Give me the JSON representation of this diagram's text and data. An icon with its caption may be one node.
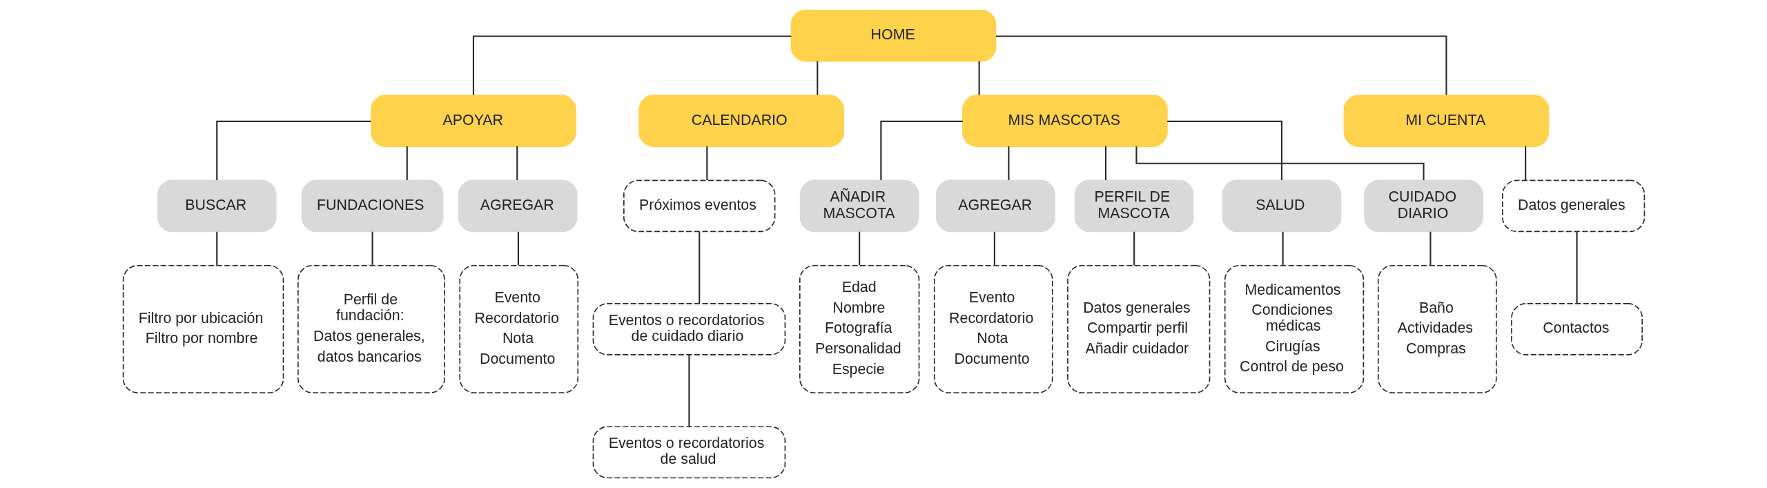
{
  "diagram": {
    "nodes": [
      {
        "text": [
          "HOME"
        ]
      },
      {
        "text": [
          "APOYAR"
        ]
      },
      {
        "text": [
          "CALENDARIO"
        ]
      },
      {
        "text": [
          "MIS MASCOTAS"
        ]
      },
      {
        "text": [
          "MI CUENTA"
        ]
      },
      {
        "text": [
          "BUSCAR"
        ]
      },
      {
        "text": [
          "FUNDACIONES"
        ]
      },
      {
        "text": [
          "AGREGAR"
        ]
      },
      {
        "text": [
          "Filtro por ubicación",
          "Filtro por nombre"
        ]
      },
      {
        "text": [
          "Perfil de fundación:",
          "Datos generales,",
          "datos bancarios"
        ]
      },
      {
        "text": [
          "Evento",
          "Recordatorio",
          "Nota",
          "Documento"
        ]
      },
      {
        "text": [
          "Próximos eventos"
        ]
      },
      {
        "text": [
          "Eventos o recordatorios de cuidado diario"
        ]
      },
      {
        "text": [
          "Eventos o recordatorios de salud"
        ]
      },
      {
        "text": [
          "AÑADIR MASCOTA"
        ]
      },
      {
        "text": [
          "AGREGAR"
        ]
      },
      {
        "text": [
          "PERFIL DE MASCOTA"
        ]
      },
      {
        "text": [
          "SALUD"
        ]
      },
      {
        "text": [
          "CUIDADO DIARIO"
        ]
      },
      {
        "text": [
          "Edad",
          "Nombre",
          "Fotografía",
          "Personalidad",
          "Especie"
        ]
      },
      {
        "text": [
          "Evento",
          "Recordatorio",
          "Nota",
          "Documento"
        ]
      },
      {
        "text": [
          "Datos generales",
          "Compartir perfil",
          "Añadir cuidador"
        ]
      },
      {
        "text": [
          "Medicamentos",
          "Condiciones médicas",
          "Cirugías",
          "Control de peso"
        ]
      },
      {
        "text": [
          "Baño",
          "Actividades",
          "Compras"
        ]
      },
      {
        "text": [
          "Datos generales"
        ]
      },
      {
        "text": [
          "Contactos"
        ]
      }
    ],
    "edges": [
      {
        "from": 0,
        "to": 1,
        "arrow": "none"
      },
      {
        "from": 0,
        "to": 2,
        "arrow": "none"
      },
      {
        "from": 0,
        "to": 3,
        "arrow": "none"
      },
      {
        "from": 0,
        "to": 4,
        "arrow": "none"
      },
      {
        "from": 1,
        "to": 5,
        "arrow": "none"
      },
      {
        "from": 1,
        "to": 6,
        "arrow": "none"
      },
      {
        "from": 1,
        "to": 7,
        "arrow": "none"
      },
      {
        "from": 5,
        "to": 8,
        "arrow": "none"
      },
      {
        "from": 6,
        "to": 9,
        "arrow": "none"
      },
      {
        "from": 7,
        "to": 10,
        "arrow": "none"
      },
      {
        "from": 2,
        "to": 11,
        "arrow": "none"
      },
      {
        "from": 11,
        "to": 12,
        "arrow": "none"
      },
      {
        "from": 12,
        "to": 13,
        "arrow": "none"
      },
      {
        "from": 3,
        "to": 14,
        "arrow": "none"
      },
      {
        "from": 3,
        "to": 15,
        "arrow": "none"
      },
      {
        "from": 3,
        "to": 16,
        "arrow": "none"
      },
      {
        "from": 3,
        "to": 17,
        "arrow": "none"
      },
      {
        "from": 3,
        "to": 18,
        "arrow": "none"
      },
      {
        "from": 14,
        "to": 19,
        "arrow": "none"
      },
      {
        "from": 15,
        "to": 20,
        "arrow": "none"
      },
      {
        "from": 16,
        "to": 21,
        "arrow": "none"
      },
      {
        "from": 17,
        "to": 22,
        "arrow": "none"
      },
      {
        "from": 18,
        "to": 23,
        "arrow": "none"
      },
      {
        "from": 4,
        "to": 24,
        "arrow": "none"
      },
      {
        "from": 24,
        "to": 25,
        "arrow": "none"
      }
    ]
  }
}
